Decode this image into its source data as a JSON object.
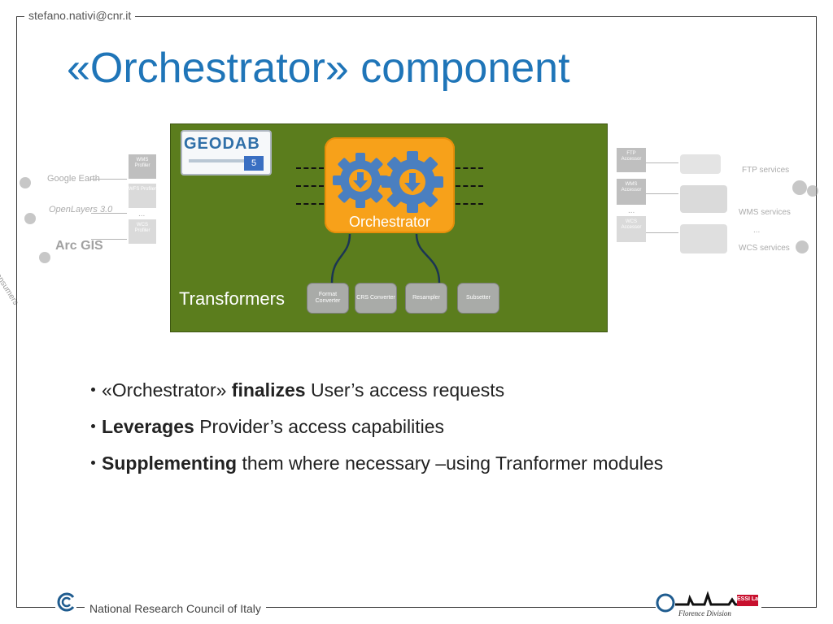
{
  "header": {
    "email": "stefano.nativi@cnr.it"
  },
  "title": "«Orchestrator» component",
  "diagram": {
    "logo_text": "GEODAB",
    "orchestrator_label": "Orchestrator",
    "transformers_label": "Transformers",
    "transformers": [
      "Format Converter",
      "CRS Converter",
      "Resampler",
      "Subsetter"
    ],
    "consumers": {
      "rotated_label": "Data consumers",
      "clients": [
        "Google Earth",
        "OpenLayers 3.0",
        "Arc GIS"
      ],
      "profilers": [
        "WMS Profiler",
        "WFS Profiler",
        "...",
        "WCS Profiler"
      ]
    },
    "providers": {
      "accessors": [
        "FTP Accessor",
        "WMS Accessor",
        "...",
        "WCS Accessor"
      ],
      "services": [
        "FTP services",
        "WMS services",
        "...",
        "WCS services"
      ]
    }
  },
  "bullets": [
    {
      "pre": "«Orchestrator» ",
      "bold": "finalizes",
      "post": " User’s access requests"
    },
    {
      "pre": "",
      "bold": "Leverages",
      "post": " Provider’s access capabilities"
    },
    {
      "pre": "",
      "bold": "Supplementing",
      "post": " them where necessary –using Tranformer modules"
    }
  ],
  "footer": {
    "organization": "National Research Council of Italy",
    "right_logo_text": "ESSI Lab"
  }
}
